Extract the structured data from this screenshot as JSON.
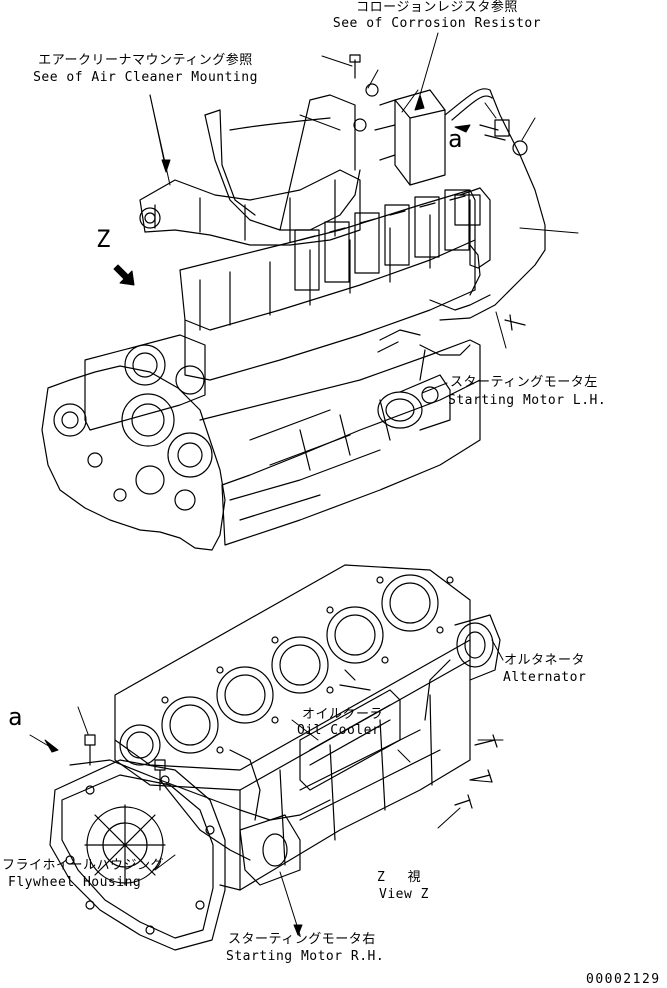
{
  "labels": {
    "corrosion_resistor_jp": "コロージョンレジスタ参照",
    "corrosion_resistor_en": "See of Corrosion Resistor",
    "air_cleaner_jp": "エアークリーナマウンティング参照",
    "air_cleaner_en": "See of Air Cleaner Mounting",
    "view_marker": "Z",
    "ref_a_upper": "a",
    "ref_a_lower": "a",
    "starting_motor_lh_jp": "スターティングモータ左",
    "starting_motor_lh_en": "Starting Motor L.H.",
    "alternator_jp": "オルタネータ",
    "alternator_en": "Alternator",
    "oil_cooler_jp": "オイルクーラ",
    "oil_cooler_en": "Oil Cooler",
    "flywheel_housing_jp": "フライホイールハウジング",
    "flywheel_housing_en": "Flywheel Housing",
    "view_z_jp": "Z 視",
    "view_z_en": "View Z",
    "starting_motor_rh_jp": "スターティングモータ右",
    "starting_motor_rh_en": "Starting Motor R.H.",
    "drawing_number": "00002129"
  }
}
